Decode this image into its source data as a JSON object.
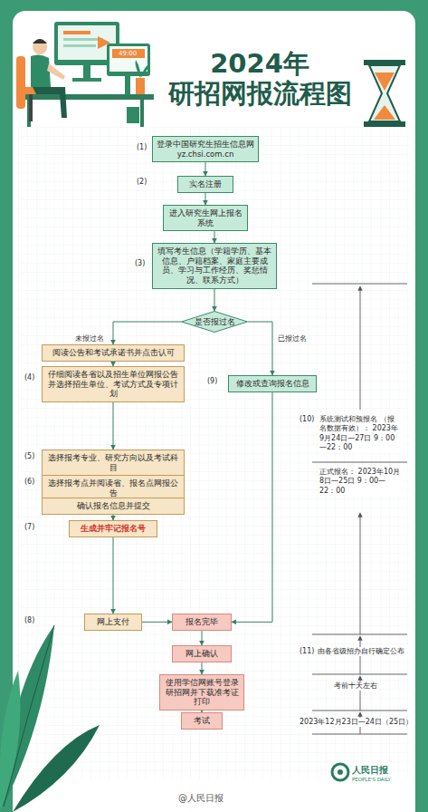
{
  "diagram": {
    "title": "2024年 研招网报流程图",
    "nodes": [
      {
        "text": [
          "登录中国研究生招生信息网 yz.chsi.com.cn"
        ]
      },
      {
        "text": [
          "实名注册"
        ]
      },
      {
        "text": [
          "进入研究生网上报名系统"
        ]
      },
      {
        "text": [
          "填写考生信息（学籍学历、基本信息、户籍档案、家庭主要成员、学习与工作经历、奖惩情况、联系方式）"
        ]
      },
      {
        "text": [
          "是否报过名"
        ]
      },
      {
        "text": [
          "阅读公告和考试承诺书并点击认可"
        ]
      },
      {
        "text": [
          "仔细阅读各省以及招生单位网报公告并选择招生单位、考试方式及专项计划"
        ]
      },
      {
        "text": [
          "修改或查询报名信息"
        ]
      },
      {
        "text": [
          "选择报考专业、研究方向以及考试科目"
        ]
      },
      {
        "text": [
          "选择报考点并阅读省、报名点网报公告"
        ]
      },
      {
        "text": [
          "确认报名信息并提交"
        ]
      },
      {
        "text": [
          "生成并牢记报名号"
        ]
      },
      {
        "text": [
          "网上支付"
        ]
      },
      {
        "text": [
          "报名完毕"
        ]
      },
      {
        "text": [
          "网上确认"
        ]
      },
      {
        "text": [
          "使用学信网账号登录研招网并下载准考证打印"
        ]
      },
      {
        "text": [
          "考试"
        ]
      }
    ],
    "edges": [
      {
        "from": 0,
        "to": 1,
        "arrow": "to"
      },
      {
        "from": 1,
        "to": 2,
        "arrow": "to"
      },
      {
        "from": 2,
        "to": 3,
        "arrow": "to"
      },
      {
        "from": 3,
        "to": 4,
        "arrow": "to"
      },
      {
        "from": 4,
        "to": 5,
        "label": "未报过名",
        "arrow": "to"
      },
      {
        "from": 4,
        "to": 7,
        "label": "已报过名",
        "arrow": "to"
      },
      {
        "from": 5,
        "to": 6,
        "arrow": "to"
      },
      {
        "from": 6,
        "to": 8,
        "arrow": "to"
      },
      {
        "from": 8,
        "to": 9,
        "arrow": "to"
      },
      {
        "from": 9,
        "to": 10,
        "arrow": "to"
      },
      {
        "from": 10,
        "to": 11,
        "arrow": "to"
      },
      {
        "from": 11,
        "to": 12,
        "arrow": "to"
      },
      {
        "from": 12,
        "to": 13,
        "arrow": "to"
      },
      {
        "from": 7,
        "to": 13,
        "arrow": "to"
      },
      {
        "from": 13,
        "to": 14,
        "arrow": "to"
      },
      {
        "from": 14,
        "to": 15,
        "arrow": "to"
      },
      {
        "from": 15,
        "to": 16,
        "arrow": "to"
      }
    ],
    "labels": [
      "(1)",
      "(2)",
      "(3)",
      "(4)",
      "(9)",
      "(5)",
      "(6)",
      "(7)",
      "(8)",
      "(10)",
      "系统测试和预报名 （报名数据有效）： 2023年9月24日—27日 9：00—22：00",
      "正式报名： 2023年10月8日—25日 9：00—22：00",
      "(11)",
      "由各省级招办自行确定公布",
      "考前十天左右",
      "2023年12月23日—24日（25日）",
      "49:00",
      "@人民日报",
      "人民日报",
      "PEOPLE'S DAILY"
    ]
  }
}
